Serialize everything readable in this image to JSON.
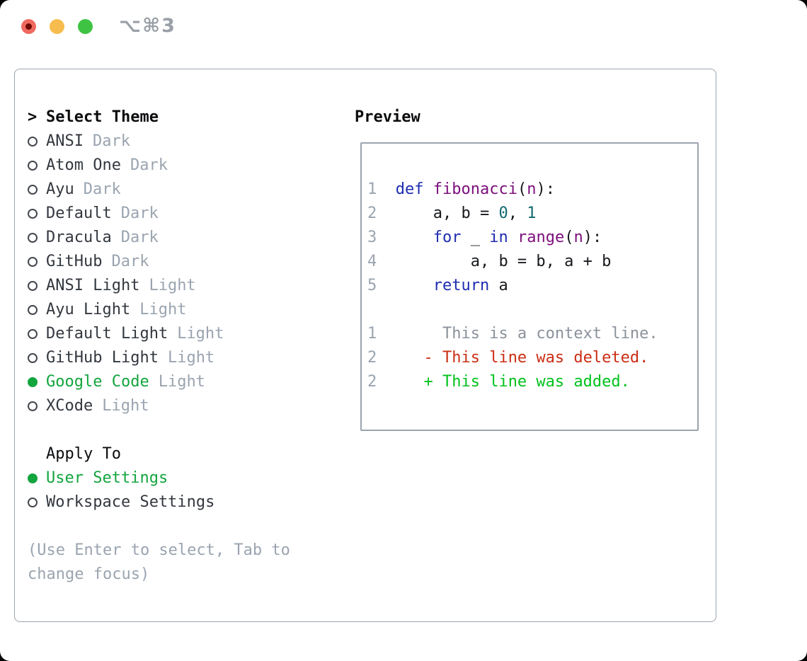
{
  "window": {
    "shortcut_label": "⌥⌘3",
    "traffic_lights": [
      "close",
      "minimize",
      "zoom"
    ]
  },
  "dialog": {
    "title": "Select Theme",
    "title_caret": ">",
    "themes": [
      {
        "name": "ANSI",
        "tag": "Dark",
        "selected": false
      },
      {
        "name": "Atom One",
        "tag": "Dark",
        "selected": false
      },
      {
        "name": "Ayu",
        "tag": "Dark",
        "selected": false
      },
      {
        "name": "Default",
        "tag": "Dark",
        "selected": false
      },
      {
        "name": "Dracula",
        "tag": "Dark",
        "selected": false
      },
      {
        "name": "GitHub",
        "tag": "Dark",
        "selected": false
      },
      {
        "name": "ANSI Light",
        "tag": "Light",
        "selected": false
      },
      {
        "name": "Ayu Light",
        "tag": "Light",
        "selected": false
      },
      {
        "name": "Default Light",
        "tag": "Light",
        "selected": false
      },
      {
        "name": "GitHub Light",
        "tag": "Light",
        "selected": false
      },
      {
        "name": "Google Code",
        "tag": "Light",
        "selected": true
      },
      {
        "name": "XCode",
        "tag": "Light",
        "selected": false
      }
    ],
    "apply_to": {
      "title": "Apply To",
      "options": [
        {
          "label": "User Settings",
          "selected": true
        },
        {
          "label": "Workspace Settings",
          "selected": false
        }
      ]
    },
    "hint": "(Use Enter to select, Tab to change focus)"
  },
  "preview": {
    "title": "Preview",
    "code_lines": [
      {
        "num": "1",
        "tokens": [
          {
            "t": "def",
            "c": "kw"
          },
          {
            "t": " ",
            "c": "pl"
          },
          {
            "t": "fibonacci",
            "c": "fn"
          },
          {
            "t": "(",
            "c": "pl"
          },
          {
            "t": "n",
            "c": "fn"
          },
          {
            "t": "):",
            "c": "pl"
          }
        ]
      },
      {
        "num": "2",
        "tokens": [
          {
            "t": "    a, b = ",
            "c": "pl"
          },
          {
            "t": "0",
            "c": "lit"
          },
          {
            "t": ", ",
            "c": "pl"
          },
          {
            "t": "1",
            "c": "lit"
          }
        ]
      },
      {
        "num": "3",
        "tokens": [
          {
            "t": "    ",
            "c": "pl"
          },
          {
            "t": "for",
            "c": "kw"
          },
          {
            "t": " _ ",
            "c": "pl"
          },
          {
            "t": "in",
            "c": "kw"
          },
          {
            "t": " ",
            "c": "pl"
          },
          {
            "t": "range",
            "c": "fn"
          },
          {
            "t": "(",
            "c": "pl"
          },
          {
            "t": "n",
            "c": "fn"
          },
          {
            "t": "):",
            "c": "pl"
          }
        ]
      },
      {
        "num": "4",
        "tokens": [
          {
            "t": "        a, b = b, a + b",
            "c": "pl"
          }
        ]
      },
      {
        "num": "5",
        "tokens": [
          {
            "t": "    ",
            "c": "pl"
          },
          {
            "t": "return",
            "c": "kw"
          },
          {
            "t": " a",
            "c": "pl"
          }
        ]
      }
    ],
    "diff_lines": [
      {
        "num": "1",
        "marker": " ",
        "text": "This is a context line.",
        "kind": "context"
      },
      {
        "num": "2",
        "marker": "-",
        "text": "This line was deleted.",
        "kind": "deleted"
      },
      {
        "num": "2",
        "marker": "+",
        "text": "This line was added.",
        "kind": "added"
      }
    ]
  },
  "colors": {
    "page_bg": "#000000",
    "window_bg": "#ffffff",
    "border": "#9ca4ae",
    "title_text": "#0b0c0e",
    "item_text": "#33383f",
    "muted_text": "#9aa4b0",
    "accent_green": "#13a53e",
    "line_number": "#9aa4b0",
    "diff_context": "#8b929b",
    "diff_deleted": "#cb2e14",
    "diff_added": "#00c21c",
    "syntax_keyword": "#1d2cb0",
    "syntax_function": "#7c0f7c",
    "syntax_literal": "#11696e",
    "syntax_plain": "#17191d",
    "traffic_red": "#f0695e",
    "traffic_red_dot": "#6d0b04",
    "traffic_yellow": "#f6bd4e",
    "traffic_green": "#3fc343",
    "shortcut_text": "#9aa0a7"
  }
}
